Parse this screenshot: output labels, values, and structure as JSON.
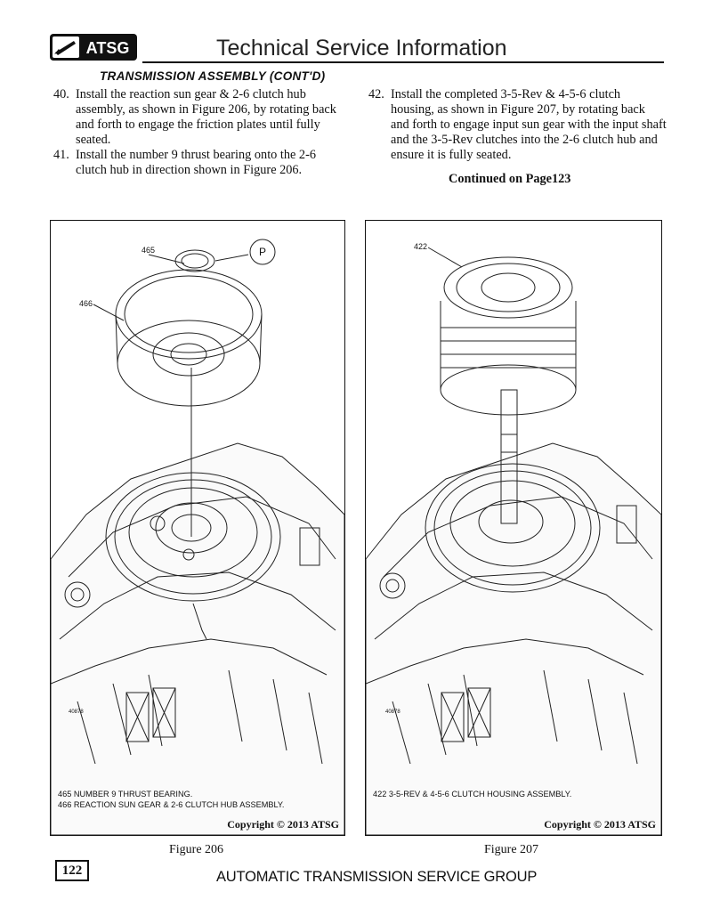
{
  "header": {
    "logo_text": "ATSG",
    "title": "Technical Service Information",
    "section_title": "TRANSMISSION ASSEMBLY (CONT'D)"
  },
  "steps_left": [
    {
      "num": "40.",
      "text": "Install the reaction sun gear & 2-6 clutch hub assembly, as shown in Figure 206, by rotating back and forth to engage the friction plates until fully seated."
    },
    {
      "num": "41.",
      "text": "Install the number 9 thrust bearing onto the 2-6 clutch hub in direction shown in Figure 206."
    }
  ],
  "steps_right": [
    {
      "num": "42.",
      "text": "Install the completed 3-5-Rev & 4-5-6 clutch housing, as shown in Figure 207, by rotating back and forth to engage input sun gear with the input shaft and the 3-5-Rev clutches into the 2-6 clutch hub and ensure it is fully seated."
    }
  ],
  "continued": "Continued on Page123",
  "figure_206": {
    "callout_465": "465",
    "callout_466": "466",
    "callout_p": "P",
    "case_number": "40878",
    "legend": [
      "465  NUMBER 9 THRUST BEARING.",
      "466  REACTION SUN GEAR & 2-6 CLUTCH HUB ASSEMBLY."
    ],
    "copyright": "Copyright © 2013 ATSG",
    "caption": "Figure 206"
  },
  "figure_207": {
    "callout_422": "422",
    "case_number": "40878",
    "legend": [
      "422  3-5-REV & 4-5-6 CLUTCH HOUSING ASSEMBLY."
    ],
    "copyright": "Copyright © 2013 ATSG",
    "caption": "Figure 207"
  },
  "page_number": "122",
  "footer": "AUTOMATIC TRANSMISSION SERVICE GROUP"
}
